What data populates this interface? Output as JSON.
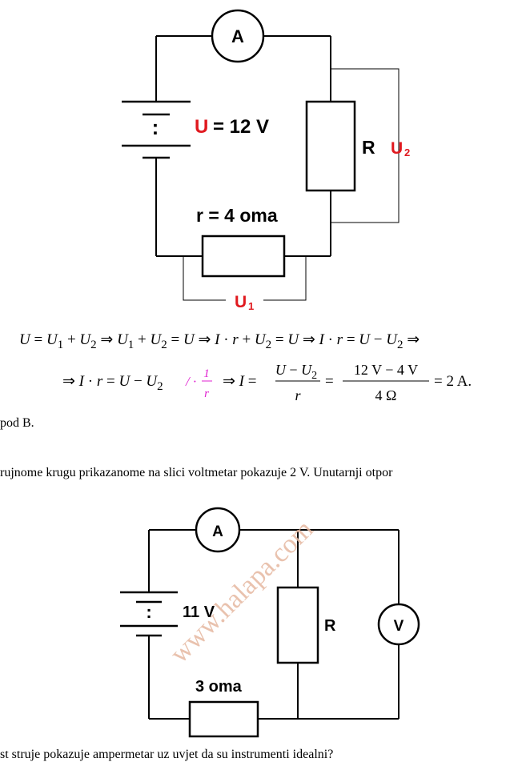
{
  "circuit1": {
    "ammeter_label": "A",
    "source_U": "U",
    "source_value": "= 12 V",
    "resistor_R": "R",
    "voltage_U2_main": "U",
    "voltage_U2_sub": "2",
    "internal_r": "r = 4 oma",
    "voltage_U1_main": "U",
    "voltage_U1_sub": "1",
    "battery_dots": ":"
  },
  "equation1": {
    "text": "U = U1 + U2 ⇒ U1 + U2 = U ⇒ I · r + U2 = U ⇒ I · r = U − U2 ⇒"
  },
  "equation2": {
    "prefix": "⇒ I · r = U − U2",
    "magenta_factor": "/ · 1/r",
    "result_lhs": "⇒ I =",
    "frac1_num": "U − U2",
    "frac1_den": "r",
    "frac2_num": "12 V − 4 V",
    "frac2_den": "4 Ω",
    "result_rhs": "= 2 A."
  },
  "answer_line": "pod B.",
  "question_line1": "rujnome krugu prikazanome na slici voltmetar pokazuje 2 V. Unutarnji otpor",
  "watermark": "www.halapa.com",
  "circuit2": {
    "ammeter_label": "A",
    "battery_dots": ":",
    "source_value": "11 V",
    "resistor_R": "R",
    "voltmeter_label": "V",
    "internal_r": "3 oma"
  },
  "question_line2": "st struje pokazuje ampermetar uz uvjet da su instrumenti idealni?",
  "colors": {
    "red": "#e0191f",
    "magenta": "#e020d0",
    "watermark": "#e6b8a0"
  }
}
